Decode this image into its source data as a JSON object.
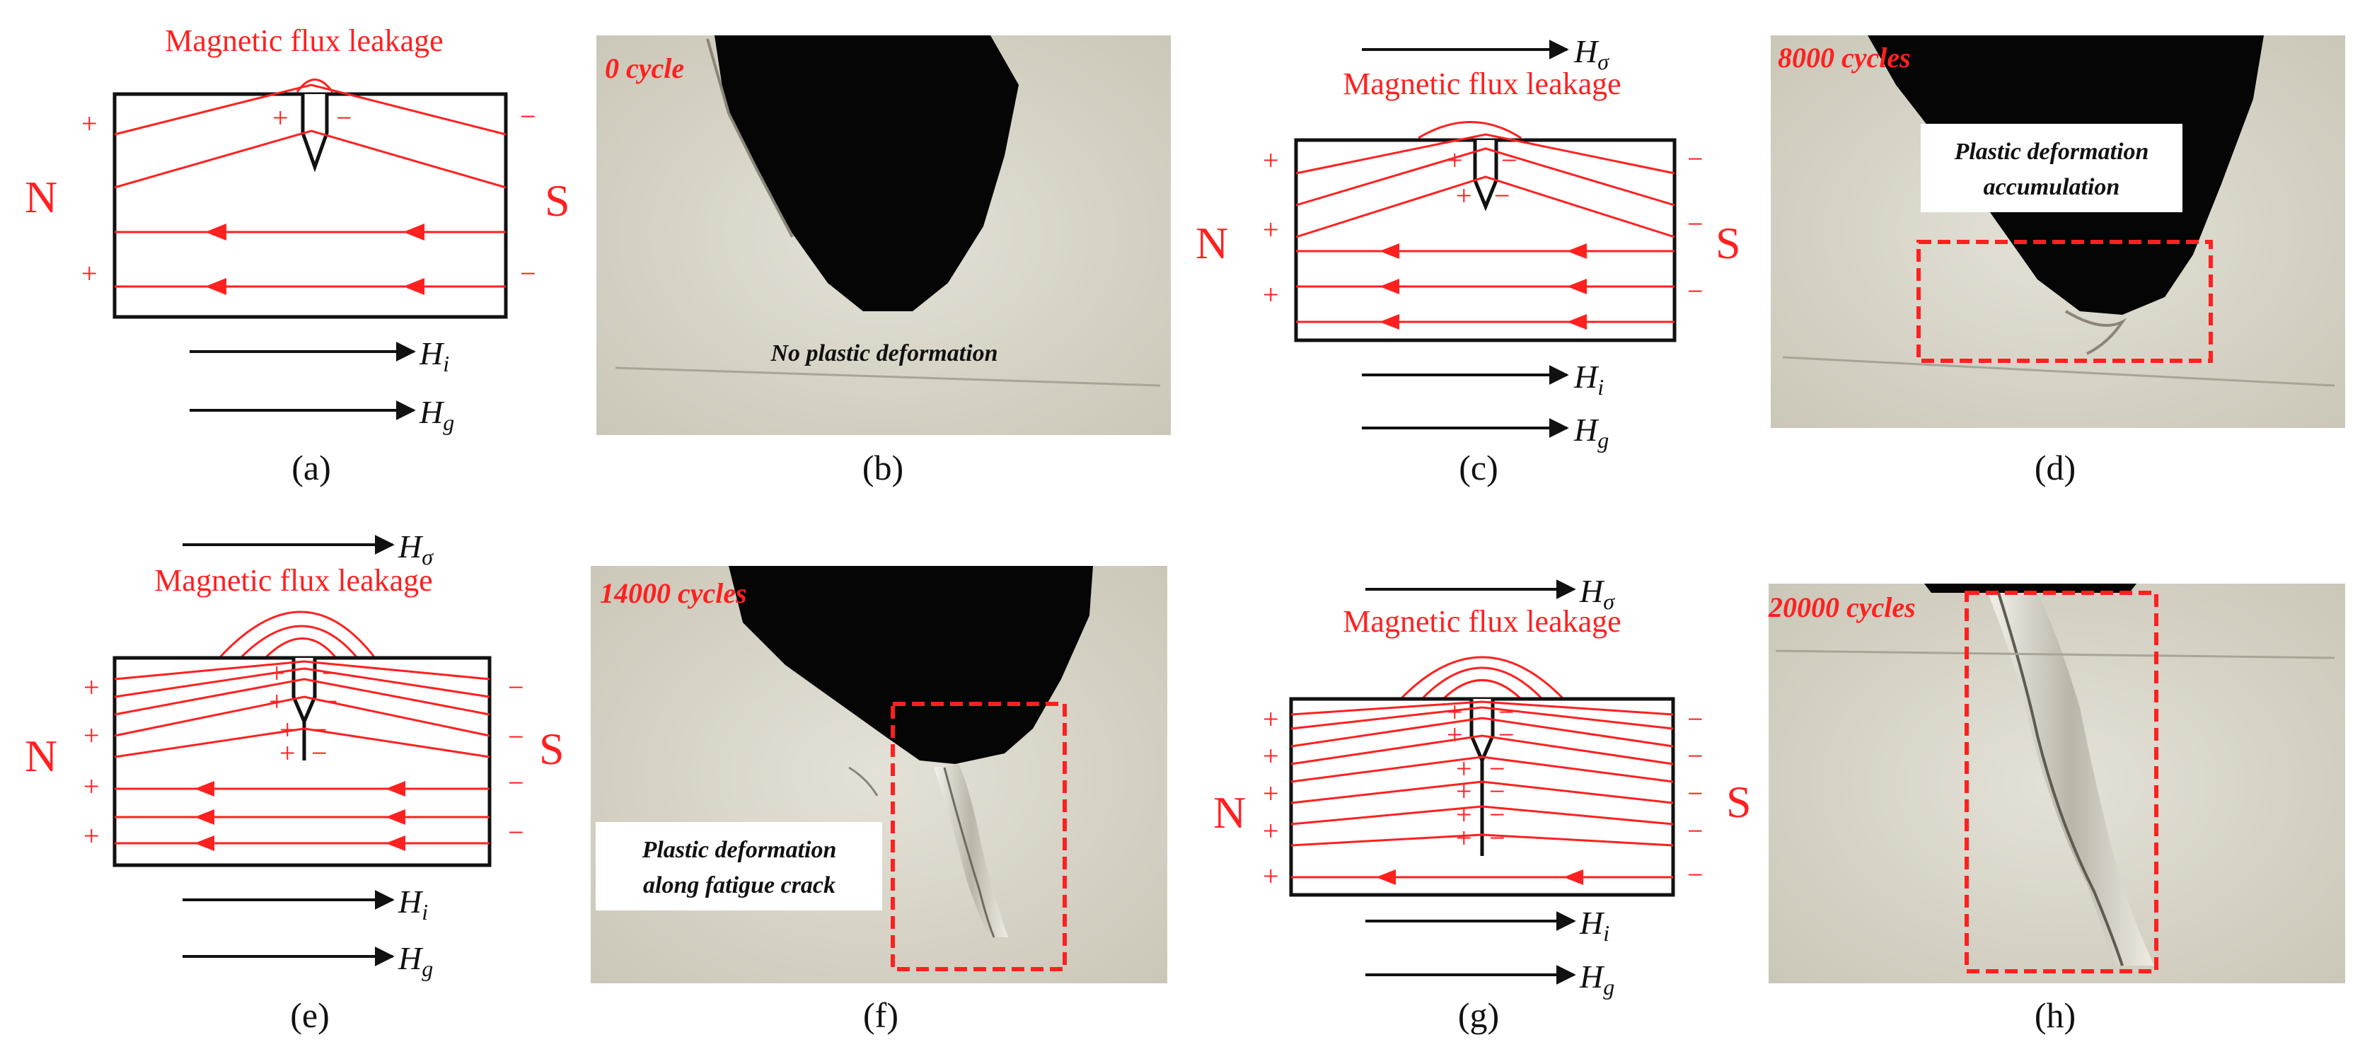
{
  "figure": {
    "panels": [
      {
        "id": "a",
        "caption": "(a)",
        "flux_label": "Magnetic flux leakage",
        "fields": [
          "H",
          "H"
        ],
        "subs": [
          "i",
          "g"
        ],
        "poles": [
          "N",
          "S"
        ]
      },
      {
        "id": "b",
        "caption": "(b)",
        "tag": "0 cycle",
        "note": "No plastic deformation"
      },
      {
        "id": "c",
        "caption": "(c)",
        "flux_label": "Magnetic flux leakage",
        "top_field": "H",
        "top_sub": "σ",
        "fields": [
          "H",
          "H"
        ],
        "subs": [
          "i",
          "g"
        ],
        "poles": [
          "N",
          "S"
        ]
      },
      {
        "id": "d",
        "caption": "(d)",
        "tag": "8000 cycles",
        "note_lines": [
          "Plastic deformation",
          "accumulation"
        ]
      },
      {
        "id": "e",
        "caption": "(e)",
        "flux_label": "Magnetic flux leakage",
        "top_field": "H",
        "top_sub": "σ",
        "fields": [
          "H",
          "H"
        ],
        "subs": [
          "i",
          "g"
        ],
        "poles": [
          "N",
          "S"
        ]
      },
      {
        "id": "f",
        "caption": "(f)",
        "tag": "14000 cycles",
        "note_lines": [
          "Plastic deformation",
          "along fatigue crack"
        ]
      },
      {
        "id": "g",
        "caption": "(g)",
        "flux_label": "Magnetic flux leakage",
        "top_field": "H",
        "top_sub": "σ",
        "fields": [
          "H",
          "H"
        ],
        "subs": [
          "i",
          "g"
        ],
        "poles": [
          "N",
          "S"
        ]
      },
      {
        "id": "h",
        "caption": "(h)",
        "tag": "20000 cycles"
      }
    ],
    "signs": {
      "plus": "+",
      "minus": "−"
    },
    "colors": {
      "flux": "#ff2020",
      "outline": "#111111",
      "photo_bg": "#dcd8cc",
      "void": "#050505",
      "marker_box": "#ff2020"
    }
  }
}
